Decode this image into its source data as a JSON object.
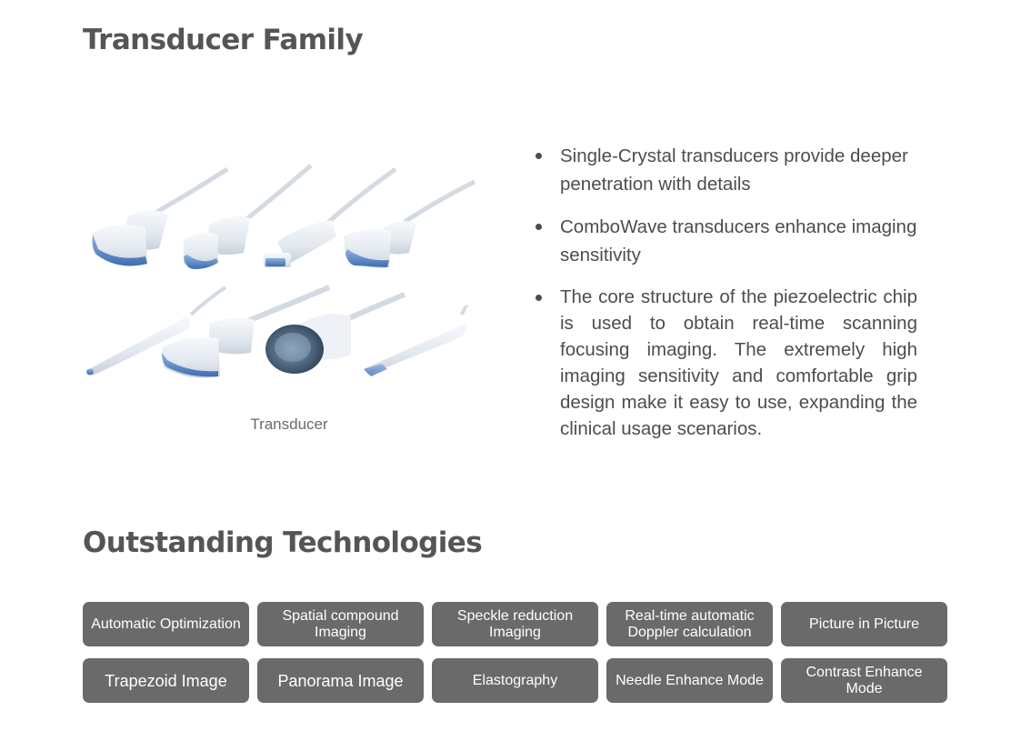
{
  "section_titles": {
    "family": "Transducer Family",
    "tech": "Outstanding Technologies"
  },
  "figure": {
    "caption": "Transducer"
  },
  "bullets": [
    "Single-Crystal transducers provide deeper penetration with details",
    "ComboWave transducers enhance imaging sensitivity",
    "The core structure of the piezoelectric chip is used to obtain real-time scanning focusing imaging. The extremely high imaging sensitivity and comfortable grip design make it easy to use, expanding the clinical usage scenarios."
  ],
  "technologies": [
    "Automatic Optimization",
    "Spatial compound Imaging",
    "Speckle reduction Imaging",
    "Real-time automatic Doppler calculation",
    "Picture in Picture",
    "Trapezoid Image",
    "Panorama Image",
    "Elastography",
    "Needle Enhance Mode",
    "Contrast Enhance Mode"
  ],
  "colors": {
    "heading": "#555555",
    "button_bg": "#6a6a6a",
    "button_text": "#ffffff",
    "probe_body": "#e6ecf2",
    "probe_lens": "#5a86c6"
  }
}
